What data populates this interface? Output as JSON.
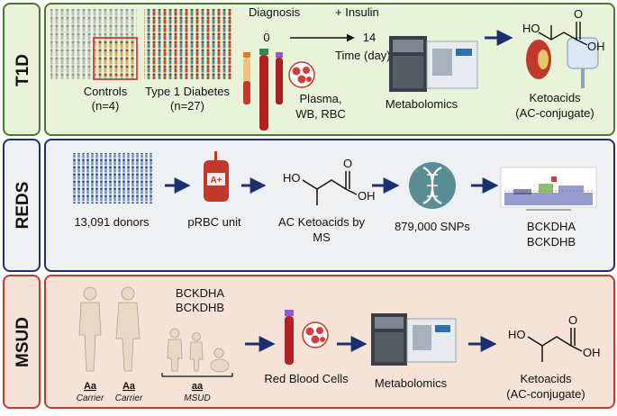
{
  "t1d": {
    "title": "T1D",
    "controls_label": "Controls",
    "controls_n": "(n=4)",
    "t1d_label": "Type 1 Diabetes",
    "t1d_n": "(n=27)",
    "diagnosis": "Diagnosis",
    "insulin": "+ Insulin",
    "time_start": "0",
    "time_end": "14",
    "time_label": "Time (day)",
    "sample_line1": "Plasma,",
    "sample_line2": "WB, RBC",
    "metabolomics": "Metabolomics",
    "ketoacids": "Ketoacids",
    "conjugate": "(AC-conjugate)",
    "chem_ho": "HO",
    "chem_o": "O",
    "chem_oh": "OH"
  },
  "reds": {
    "title": "REDS",
    "donors": "13,091 donors",
    "unit": "pRBC unit",
    "bag_label": "A+",
    "ac_line1": "AC Ketoacids by",
    "ac_line2": "MS",
    "snps": "879,000 SNPs",
    "gene1": "BCKDHA",
    "gene2": "BCKDHB",
    "chem_ho": "HO",
    "chem_o": "O",
    "chem_oh": "OH"
  },
  "msud": {
    "title": "MSUD",
    "gene1": "BCKDHA",
    "gene2": "BCKDHB",
    "geno1": "Aa",
    "carrier1": "Carrier",
    "geno2": "Aa",
    "carrier2": "Carrier",
    "geno3": "aa",
    "msud_label": "MSUD",
    "rbc": "Red Blood Cells",
    "metabolomics": "Metabolomics",
    "ketoacids": "Ketoacids",
    "conjugate": "(AC-conjugate)",
    "chem_ho": "HO",
    "chem_o": "O",
    "chem_oh": "OH"
  },
  "colors": {
    "t1d_border": "#4a7a2e",
    "t1d_fill": "#e8f3da",
    "reds_border": "#1e2f6e",
    "reds_fill": "#eef0f2",
    "msud_border": "#c43a2a",
    "msud_fill": "#f5e3d7",
    "arrow": "#1e2f6e"
  },
  "icons": [
    "crowd-icon",
    "tube-icon",
    "rbc-icon",
    "mass-spectrometer-icon",
    "kidney-icon",
    "blood-bag-icon",
    "dna-icon",
    "manhattan-plot-icon",
    "family-icon"
  ]
}
